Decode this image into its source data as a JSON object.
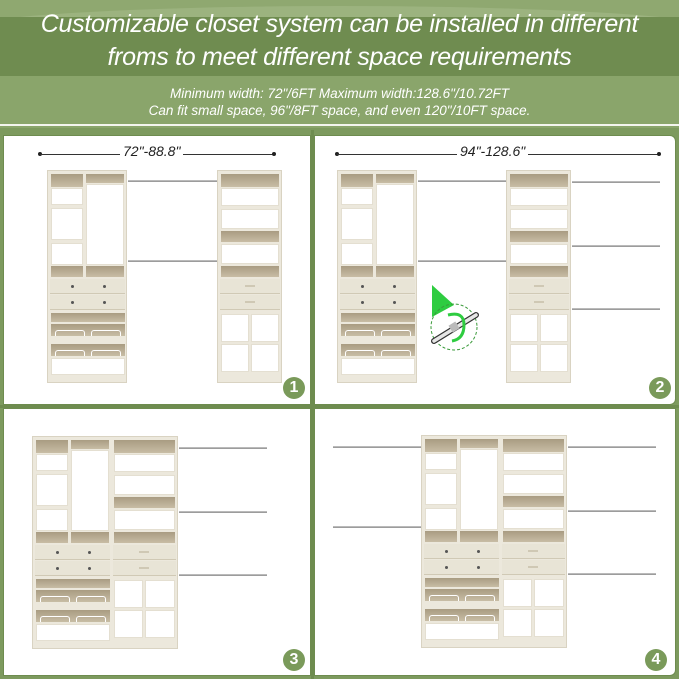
{
  "header": {
    "title_line1": "Customizable closet system can be installed in different",
    "title_line2": "froms to meet different space requirements",
    "sub_line1": "Minimum width: 72\"/6FT  Maximum width:128.6\"/10.72FT",
    "sub_line2": "Can fit small space, 96\"/8FT space, and even 120\"/10FT space."
  },
  "panels": [
    {
      "number": "1",
      "dimension": "72\"-88.8\""
    },
    {
      "number": "2",
      "dimension": "94\"-128.6\""
    },
    {
      "number": "3",
      "dimension": ""
    },
    {
      "number": "4",
      "dimension": ""
    }
  ],
  "icons": {
    "adjust_rod": "telescoping-rod-rotate-icon"
  },
  "colors": {
    "brand_green": "#6f8c50",
    "badge_green": "#7a9a5a",
    "rotate_arrow_green": "#2ecc40",
    "unit_finish": "#ece8dc",
    "wood_shelf": "#b5a98f"
  }
}
